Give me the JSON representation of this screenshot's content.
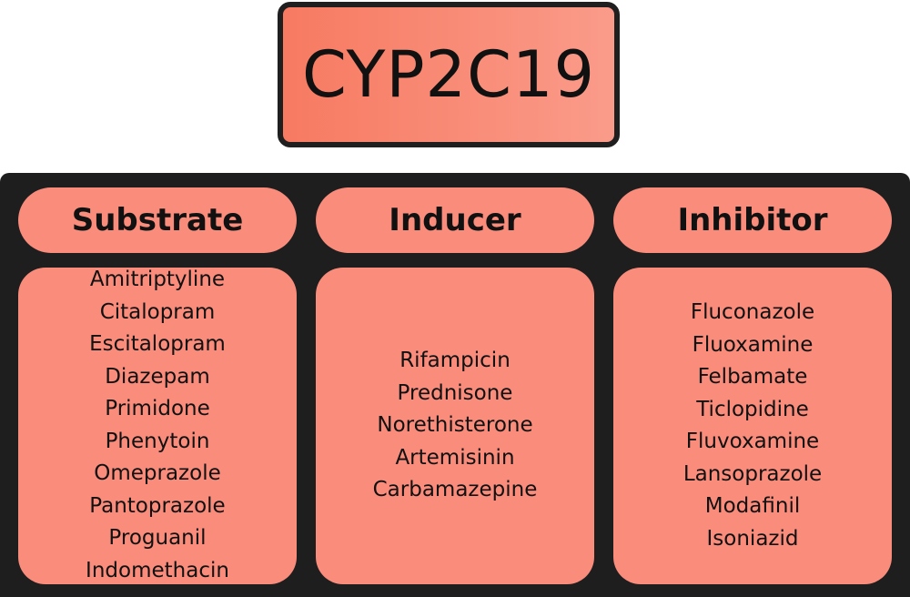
{
  "title": "CYP2C19",
  "columns": [
    {
      "heading": "Substrate",
      "items": [
        "Amitriptyline",
        "Citalopram",
        "Escitalopram",
        "Diazepam",
        "Primidone",
        "Phenytoin",
        "Omeprazole",
        "Pantoprazole",
        "Proguanil",
        "Indomethacin"
      ]
    },
    {
      "heading": "Inducer",
      "items": [
        "Rifampicin",
        "Prednisone",
        "Norethisterone",
        "Artemisinin",
        "Carbamazepine"
      ]
    },
    {
      "heading": "Inhibitor",
      "items": [
        "Fluconazole",
        "Fluoxamine",
        "Felbamate",
        "Ticlopidine",
        "Fluvoxamine",
        "Lansoprazole",
        "Modafinil",
        "Isoniazid"
      ]
    }
  ],
  "colors": {
    "title_fill_start": "#f77a61",
    "title_fill_end": "#fa9b8a",
    "card_fill": "#fa8c7c",
    "panel": "#1e1e1e",
    "text": "#111111"
  }
}
